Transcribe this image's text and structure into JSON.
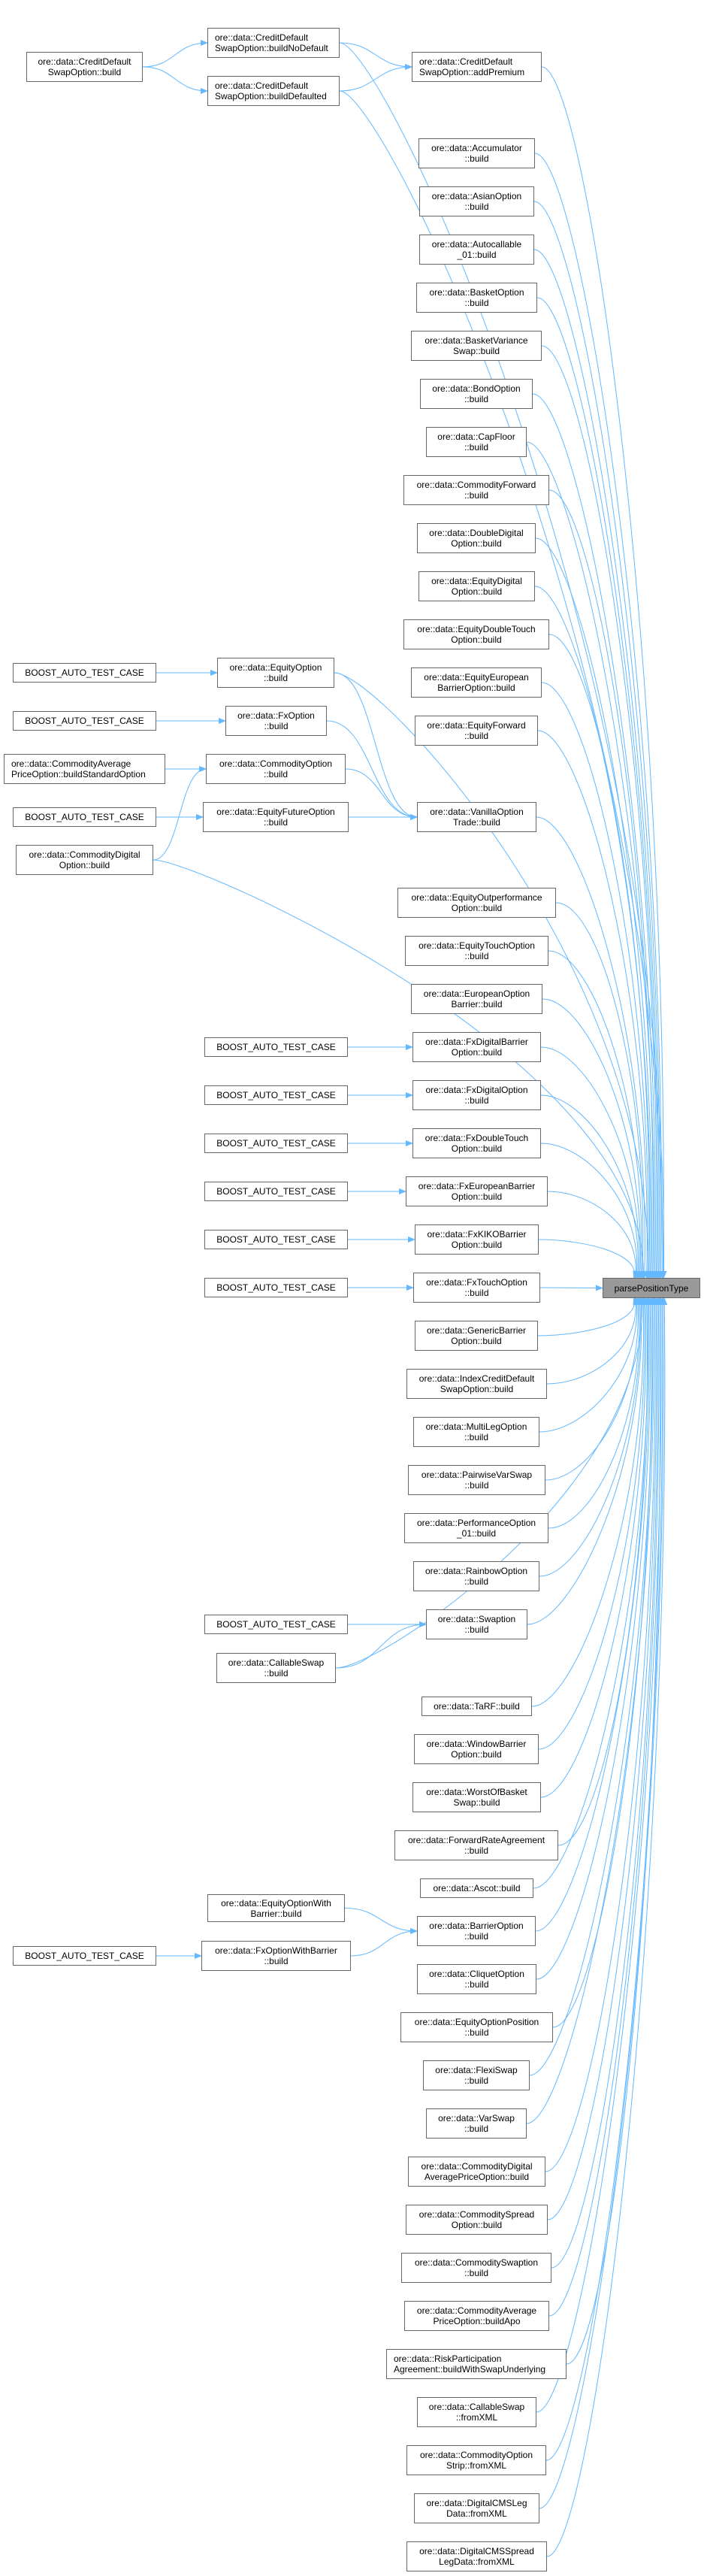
{
  "diagram": {
    "kind": "caller graph",
    "target": {
      "id": "target",
      "lines": [
        "parsePositionType"
      ]
    },
    "colors": {
      "edge": "#63b8ff",
      "node_border": "#666666",
      "target_fill": "#999999",
      "node_fill": "#ffffff"
    },
    "nodes": [
      {
        "id": "cds_build",
        "lines": [
          "ore::data::CreditDefault",
          "SwapOption::build"
        ]
      },
      {
        "id": "cds_nodefault",
        "lines": [
          "ore::data::CreditDefault",
          "SwapOption::buildNoDefault"
        ],
        "align": "left"
      },
      {
        "id": "cds_defaulted",
        "lines": [
          "ore::data::CreditDefault",
          "SwapOption::buildDefaulted"
        ],
        "align": "left"
      },
      {
        "id": "cds_addpremium",
        "lines": [
          "ore::data::CreditDefault",
          "SwapOption::addPremium"
        ],
        "align": "left"
      },
      {
        "id": "accumulator",
        "lines": [
          "ore::data::Accumulator",
          "::build"
        ]
      },
      {
        "id": "asian",
        "lines": [
          "ore::data::AsianOption",
          "::build"
        ]
      },
      {
        "id": "autocallable",
        "lines": [
          "ore::data::Autocallable",
          "_01::build"
        ]
      },
      {
        "id": "basket",
        "lines": [
          "ore::data::BasketOption",
          "::build"
        ]
      },
      {
        "id": "basketvar",
        "lines": [
          "ore::data::BasketVariance",
          "Swap::build"
        ]
      },
      {
        "id": "bond",
        "lines": [
          "ore::data::BondOption",
          "::build"
        ]
      },
      {
        "id": "capfloor",
        "lines": [
          "ore::data::CapFloor",
          "::build"
        ]
      },
      {
        "id": "commfwd",
        "lines": [
          "ore::data::CommodityForward",
          "::build"
        ]
      },
      {
        "id": "doubledigital",
        "lines": [
          "ore::data::DoubleDigital",
          "Option::build"
        ]
      },
      {
        "id": "eqdigital",
        "lines": [
          "ore::data::EquityDigital",
          "Option::build"
        ]
      },
      {
        "id": "eqdoubletouch",
        "lines": [
          "ore::data::EquityDoubleTouch",
          "Option::build"
        ]
      },
      {
        "id": "eqeurobarrier",
        "lines": [
          "ore::data::EquityEuropean",
          "BarrierOption::build"
        ]
      },
      {
        "id": "eqforward",
        "lines": [
          "ore::data::EquityForward",
          "::build"
        ]
      },
      {
        "id": "boost1",
        "lines": [
          "BOOST_AUTO_TEST_CASE"
        ]
      },
      {
        "id": "eqoption",
        "lines": [
          "ore::data::EquityOption",
          "::build"
        ]
      },
      {
        "id": "boost2",
        "lines": [
          "BOOST_AUTO_TEST_CASE"
        ]
      },
      {
        "id": "fxoption",
        "lines": [
          "ore::data::FxOption",
          "::build"
        ]
      },
      {
        "id": "commavg_std",
        "lines": [
          "ore::data::CommodityAverage",
          "PriceOption::buildStandardOption"
        ],
        "align": "left"
      },
      {
        "id": "commoption",
        "lines": [
          "ore::data::CommodityOption",
          "::build"
        ]
      },
      {
        "id": "boost3",
        "lines": [
          "BOOST_AUTO_TEST_CASE"
        ]
      },
      {
        "id": "eqfutoption",
        "lines": [
          "ore::data::EquityFutureOption",
          "::build"
        ]
      },
      {
        "id": "commdigital",
        "lines": [
          "ore::data::CommodityDigital",
          "Option::build"
        ]
      },
      {
        "id": "vanilla",
        "lines": [
          "ore::data::VanillaOption",
          "Trade::build"
        ]
      },
      {
        "id": "eqoutperf",
        "lines": [
          "ore::data::EquityOutperformance",
          "Option::build"
        ]
      },
      {
        "id": "eqtouch",
        "lines": [
          "ore::data::EquityTouchOption",
          "::build"
        ]
      },
      {
        "id": "eurobarrier",
        "lines": [
          "ore::data::EuropeanOption",
          "Barrier::build"
        ]
      },
      {
        "id": "boost4",
        "lines": [
          "BOOST_AUTO_TEST_CASE"
        ]
      },
      {
        "id": "fxdigbarrier",
        "lines": [
          "ore::data::FxDigitalBarrier",
          "Option::build"
        ]
      },
      {
        "id": "boost5",
        "lines": [
          "BOOST_AUTO_TEST_CASE"
        ]
      },
      {
        "id": "fxdigital",
        "lines": [
          "ore::data::FxDigitalOption",
          "::build"
        ]
      },
      {
        "id": "boost6",
        "lines": [
          "BOOST_AUTO_TEST_CASE"
        ]
      },
      {
        "id": "fxdoubletouch",
        "lines": [
          "ore::data::FxDoubleTouch",
          "Option::build"
        ]
      },
      {
        "id": "boost7",
        "lines": [
          "BOOST_AUTO_TEST_CASE"
        ]
      },
      {
        "id": "fxeurobarrier",
        "lines": [
          "ore::data::FxEuropeanBarrier",
          "Option::build"
        ]
      },
      {
        "id": "boost8",
        "lines": [
          "BOOST_AUTO_TEST_CASE"
        ]
      },
      {
        "id": "fxkiko",
        "lines": [
          "ore::data::FxKIKOBarrier",
          "Option::build"
        ]
      },
      {
        "id": "boost9",
        "lines": [
          "BOOST_AUTO_TEST_CASE"
        ]
      },
      {
        "id": "fxtouch",
        "lines": [
          "ore::data::FxTouchOption",
          "::build"
        ]
      },
      {
        "id": "genericbarrier",
        "lines": [
          "ore::data::GenericBarrier",
          "Option::build"
        ]
      },
      {
        "id": "indexcds",
        "lines": [
          "ore::data::IndexCreditDefault",
          "SwapOption::build"
        ]
      },
      {
        "id": "multileg",
        "lines": [
          "ore::data::MultiLegOption",
          "::build"
        ]
      },
      {
        "id": "pairwise",
        "lines": [
          "ore::data::PairwiseVarSwap",
          "::build"
        ]
      },
      {
        "id": "performance",
        "lines": [
          "ore::data::PerformanceOption",
          "_01::build"
        ]
      },
      {
        "id": "rainbow",
        "lines": [
          "ore::data::RainbowOption",
          "::build"
        ]
      },
      {
        "id": "boost10",
        "lines": [
          "BOOST_AUTO_TEST_CASE"
        ]
      },
      {
        "id": "swaption",
        "lines": [
          "ore::data::Swaption",
          "::build"
        ]
      },
      {
        "id": "callableswap_build",
        "lines": [
          "ore::data::CallableSwap",
          "::build"
        ]
      },
      {
        "id": "tarf",
        "lines": [
          "ore::data::TaRF::build"
        ]
      },
      {
        "id": "windowbarrier",
        "lines": [
          "ore::data::WindowBarrier",
          "Option::build"
        ]
      },
      {
        "id": "worstof",
        "lines": [
          "ore::data::WorstOfBasket",
          "Swap::build"
        ]
      },
      {
        "id": "fra",
        "lines": [
          "ore::data::ForwardRateAgreement",
          "::build"
        ]
      },
      {
        "id": "ascot",
        "lines": [
          "ore::data::Ascot::build"
        ]
      },
      {
        "id": "eqoptwithbarrier",
        "lines": [
          "ore::data::EquityOptionWith",
          "Barrier::build"
        ]
      },
      {
        "id": "boost11",
        "lines": [
          "BOOST_AUTO_TEST_CASE"
        ]
      },
      {
        "id": "fxoptwithbarrier",
        "lines": [
          "ore::data::FxOptionWithBarrier",
          "::build"
        ]
      },
      {
        "id": "barrieroption",
        "lines": [
          "ore::data::BarrierOption",
          "::build"
        ]
      },
      {
        "id": "cliquet",
        "lines": [
          "ore::data::CliquetOption",
          "::build"
        ]
      },
      {
        "id": "eqoptposition",
        "lines": [
          "ore::data::EquityOptionPosition",
          "::build"
        ]
      },
      {
        "id": "flexiswap",
        "lines": [
          "ore::data::FlexiSwap",
          "::build"
        ]
      },
      {
        "id": "varswap",
        "lines": [
          "ore::data::VarSwap",
          "::build"
        ]
      },
      {
        "id": "commdigavg",
        "lines": [
          "ore::data::CommodityDigital",
          "AveragePriceOption::build"
        ]
      },
      {
        "id": "commspread",
        "lines": [
          "ore::data::CommoditySpread",
          "Option::build"
        ]
      },
      {
        "id": "commswaption",
        "lines": [
          "ore::data::CommoditySwaption",
          "::build"
        ]
      },
      {
        "id": "commavg_apo",
        "lines": [
          "ore::data::CommodityAverage",
          "PriceOption::buildApo"
        ]
      },
      {
        "id": "rpa",
        "lines": [
          "ore::data::RiskParticipation",
          "Agreement::buildWithSwapUnderlying"
        ],
        "align": "left"
      },
      {
        "id": "callableswap_xml",
        "lines": [
          "ore::data::CallableSwap",
          "::fromXML"
        ]
      },
      {
        "id": "commoptstrip",
        "lines": [
          "ore::data::CommodityOption",
          "Strip::fromXML"
        ]
      },
      {
        "id": "digitalcms",
        "lines": [
          "ore::data::DigitalCMSLeg",
          "Data::fromXML"
        ]
      },
      {
        "id": "digitalcmsspread",
        "lines": [
          "ore::data::DigitalCMSSpread",
          "LegData::fromXML"
        ]
      }
    ],
    "edges": [
      [
        "cds_build",
        "cds_nodefault"
      ],
      [
        "cds_build",
        "cds_defaulted"
      ],
      [
        "cds_nodefault",
        "cds_addpremium"
      ],
      [
        "cds_defaulted",
        "cds_addpremium"
      ],
      [
        "cds_nodefault",
        "target"
      ],
      [
        "cds_defaulted",
        "target"
      ],
      [
        "cds_addpremium",
        "target"
      ],
      [
        "accumulator",
        "target"
      ],
      [
        "asian",
        "target"
      ],
      [
        "autocallable",
        "target"
      ],
      [
        "basket",
        "target"
      ],
      [
        "basketvar",
        "target"
      ],
      [
        "bond",
        "target"
      ],
      [
        "capfloor",
        "target"
      ],
      [
        "commfwd",
        "target"
      ],
      [
        "doubledigital",
        "target"
      ],
      [
        "eqdigital",
        "target"
      ],
      [
        "eqdoubletouch",
        "target"
      ],
      [
        "eqeurobarrier",
        "target"
      ],
      [
        "eqforward",
        "target"
      ],
      [
        "boost1",
        "eqoption"
      ],
      [
        "boost2",
        "fxoption"
      ],
      [
        "commavg_std",
        "commoption"
      ],
      [
        "commdigital",
        "commoption"
      ],
      [
        "boost3",
        "eqfutoption"
      ],
      [
        "eqoption",
        "vanilla"
      ],
      [
        "fxoption",
        "vanilla"
      ],
      [
        "commoption",
        "vanilla"
      ],
      [
        "eqfutoption",
        "vanilla"
      ],
      [
        "eqoption",
        "target"
      ],
      [
        "commdigital",
        "target"
      ],
      [
        "vanilla",
        "target"
      ],
      [
        "eqoutperf",
        "target"
      ],
      [
        "eqtouch",
        "target"
      ],
      [
        "eurobarrier",
        "target"
      ],
      [
        "boost4",
        "fxdigbarrier"
      ],
      [
        "boost5",
        "fxdigital"
      ],
      [
        "boost6",
        "fxdoubletouch"
      ],
      [
        "boost7",
        "fxeurobarrier"
      ],
      [
        "boost8",
        "fxkiko"
      ],
      [
        "boost9",
        "fxtouch"
      ],
      [
        "fxdigbarrier",
        "target"
      ],
      [
        "fxdigital",
        "target"
      ],
      [
        "fxdoubletouch",
        "target"
      ],
      [
        "fxeurobarrier",
        "target"
      ],
      [
        "fxkiko",
        "target"
      ],
      [
        "fxtouch",
        "target"
      ],
      [
        "genericbarrier",
        "target"
      ],
      [
        "indexcds",
        "target"
      ],
      [
        "multileg",
        "target"
      ],
      [
        "pairwise",
        "target"
      ],
      [
        "performance",
        "target"
      ],
      [
        "rainbow",
        "target"
      ],
      [
        "boost10",
        "swaption"
      ],
      [
        "callableswap_build",
        "swaption"
      ],
      [
        "swaption",
        "target"
      ],
      [
        "callableswap_build",
        "target"
      ],
      [
        "tarf",
        "target"
      ],
      [
        "windowbarrier",
        "target"
      ],
      [
        "worstof",
        "target"
      ],
      [
        "fra",
        "target"
      ],
      [
        "ascot",
        "target"
      ],
      [
        "eqoptwithbarrier",
        "barrieroption"
      ],
      [
        "fxoptwithbarrier",
        "barrieroption"
      ],
      [
        "boost11",
        "fxoptwithbarrier"
      ],
      [
        "barrieroption",
        "target"
      ],
      [
        "cliquet",
        "target"
      ],
      [
        "eqoptposition",
        "target"
      ],
      [
        "flexiswap",
        "target"
      ],
      [
        "varswap",
        "target"
      ],
      [
        "commdigavg",
        "target"
      ],
      [
        "commspread",
        "target"
      ],
      [
        "commswaption",
        "target"
      ],
      [
        "commavg_apo",
        "target"
      ],
      [
        "rpa",
        "target"
      ],
      [
        "callableswap_xml",
        "target"
      ],
      [
        "commoptstrip",
        "target"
      ],
      [
        "digitalcms",
        "target"
      ],
      [
        "digitalcmsspread",
        "target"
      ]
    ]
  }
}
